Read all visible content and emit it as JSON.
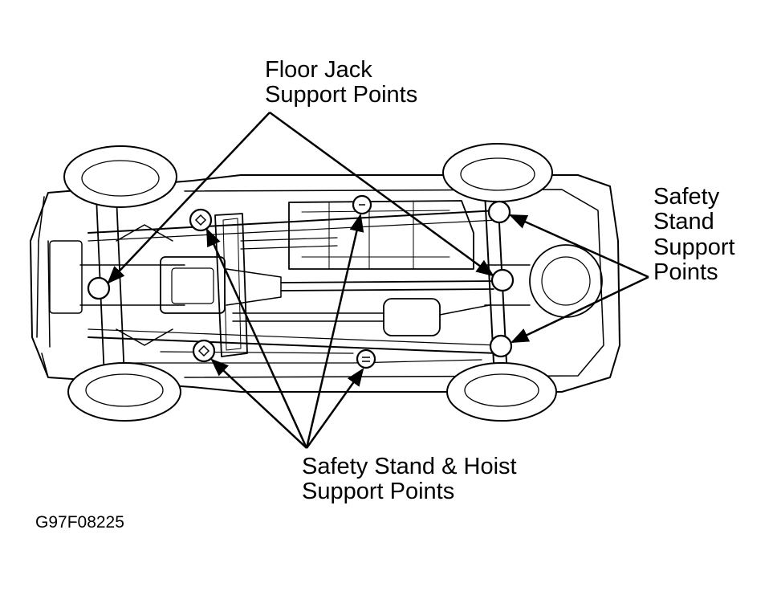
{
  "labels": {
    "floor_jack": [
      "Floor Jack",
      "Support Points"
    ],
    "safety_stand": [
      "Safety",
      "Stand",
      "Support",
      "Points"
    ],
    "stand_hoist": [
      "Safety Stand & Hoist",
      "Support Points"
    ]
  },
  "figure_id": "G97F08225",
  "colors": {
    "line": "#000000",
    "background": "#ffffff"
  }
}
